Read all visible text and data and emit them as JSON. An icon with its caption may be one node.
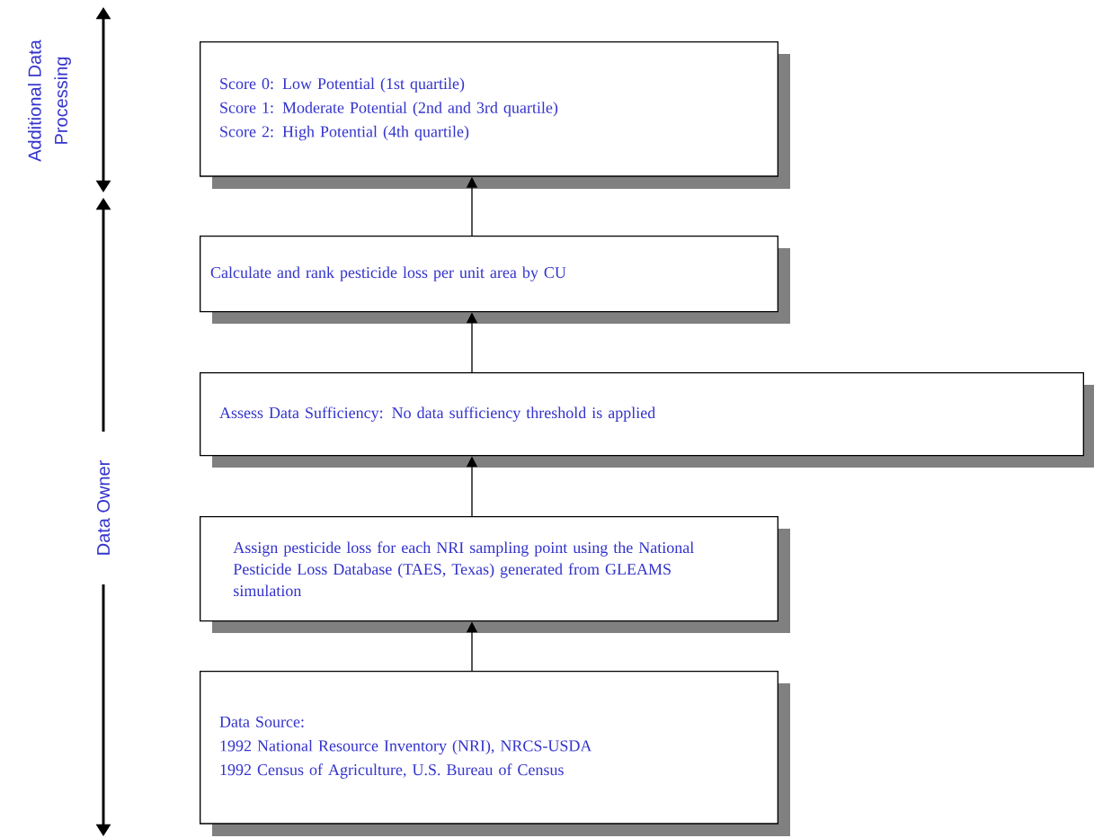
{
  "diagram": {
    "nodes": [
      {
        "text": [
          "Score 0: Low Potential (1st quartile)",
          "Score 1: Moderate Potential (2nd and 3rd quartile)",
          "Score 2: High Potential (4th quartile)"
        ]
      },
      {
        "text": [
          "Calculate and rank pesticide loss per unit area by CU"
        ]
      },
      {
        "text": [
          "Assess Data Sufficiency:  No data sufficiency threshold is applied"
        ]
      },
      {
        "text": [
          "Assign pesticide loss for each NRI sampling point using the National Pesticide Loss Database (TAES, Texas) generated from GLEAMS simulation"
        ]
      },
      {
        "text": [
          "Data Source:",
          "1992 National Resource Inventory (NRI), NRCS-USDA",
          "1992 Census of Agriculture, U.S. Bureau of Census"
        ]
      }
    ],
    "edges": [
      {
        "from": 4,
        "to": 3,
        "arrow": "to"
      },
      {
        "from": 3,
        "to": 2,
        "arrow": "to"
      },
      {
        "from": 2,
        "to": 1,
        "arrow": "to"
      },
      {
        "from": 1,
        "to": 0,
        "arrow": "to"
      }
    ],
    "labels": [
      "Additional Data Processing",
      "Data Owner"
    ]
  }
}
